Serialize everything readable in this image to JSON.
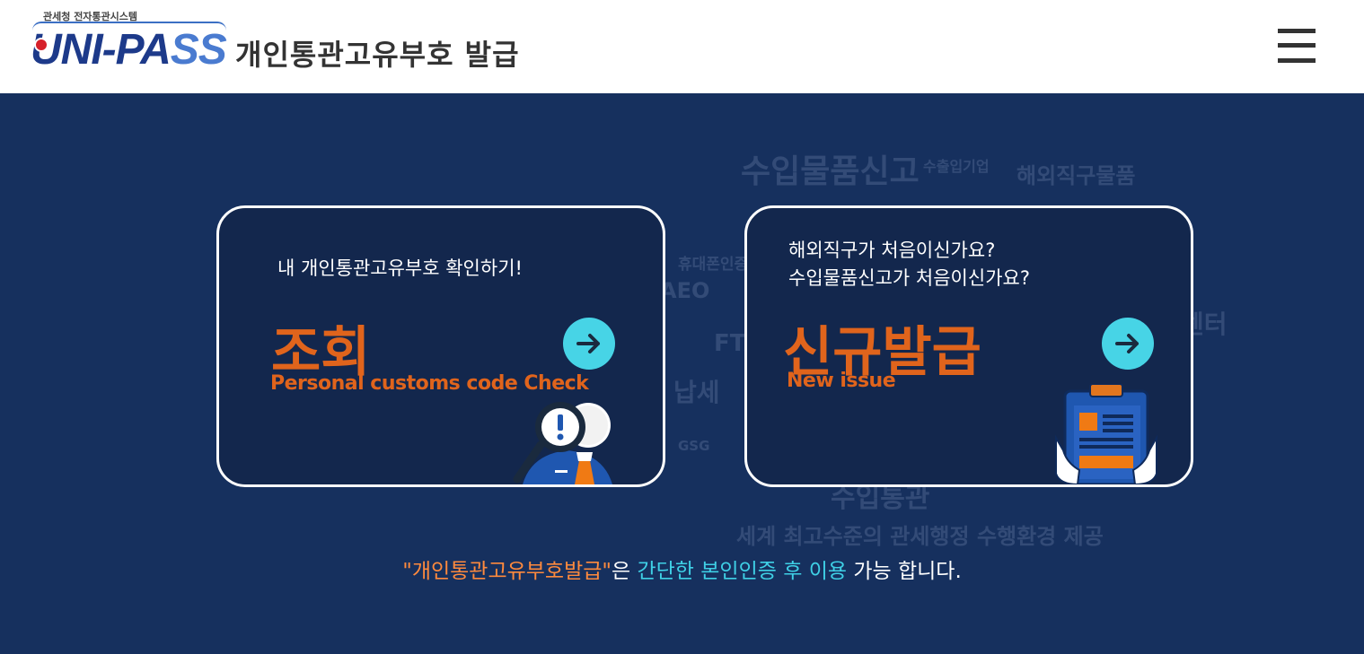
{
  "header": {
    "logo_sub": "관세청 전자통관시스템",
    "logo_main": "UNI-PA",
    "logo_main_tail": "SS",
    "title": "개인통관고유부호 발급"
  },
  "background_words": [
    "수입물품신고",
    "수출입기업",
    "해외직구물품",
    "휴대폰인증",
    "AEO",
    "FTA",
    "납세",
    "GSG",
    "세계 최고수준의 관세행정 수행환경 제공",
    "수입통관",
    "센터"
  ],
  "cards": [
    {
      "subtitle": "내 개인통관고유부호 확인하기!",
      "title": "조회",
      "subtitle_en": "Personal customs code Check",
      "icon": "search-person-icon"
    },
    {
      "subtitle_line1": "해외직구가 처음이신가요?",
      "subtitle_line2": "수입물품신고가 처음이신가요?",
      "title": "신규발급",
      "subtitle_en": "New issue",
      "icon": "clipboard-document-icon"
    }
  ],
  "footer": {
    "part1": "\"개인통관고유부호발급\"",
    "part2": "은 ",
    "part3": "간단한 본인인증 후 이용",
    "part4": " 가능 합니다."
  },
  "colors": {
    "background": "#16305e",
    "card_bg": "#13274d",
    "accent_orange": "#e0641c",
    "arrow_cyan": "#47d4e6"
  }
}
